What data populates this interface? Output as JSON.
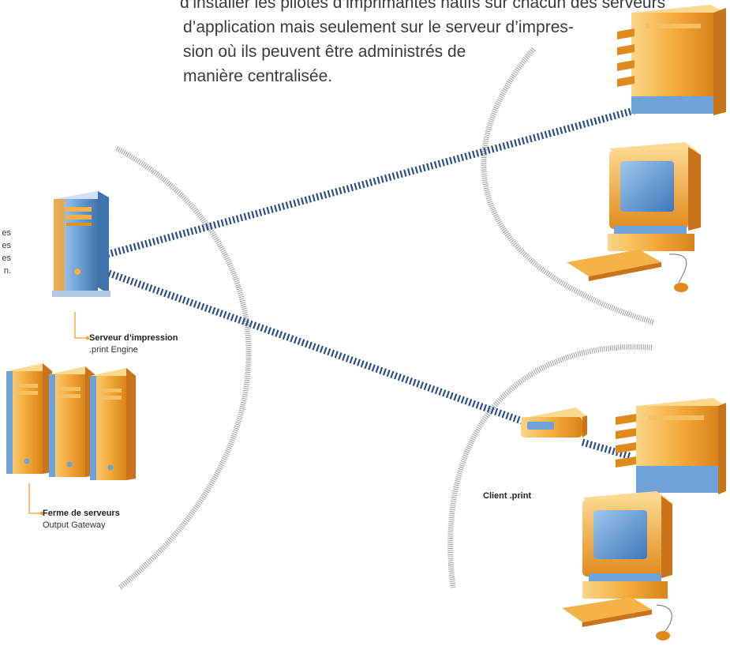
{
  "intro_lines": [
    "d’installer les pilotes d’imprimantes natifs sur chacun des serveurs",
    "d’application mais seulement sur le serveur d’impres-",
    "sion où ils peuvent être administrés de",
    "manière centralisée."
  ],
  "side_fragment": [
    "es",
    "es",
    "es",
    "n."
  ],
  "print_server": {
    "title": "Serveur d’impression",
    "subtitle": ".print Engine"
  },
  "server_farm": {
    "title": "Ferme de serveurs",
    "subtitle": "Output Gateway"
  },
  "client_label": "Client .print",
  "colors": {
    "orange_light": "#f9c46a",
    "orange": "#f0a030",
    "orange_dark": "#d27a12",
    "blue_tower": "#6fa3d8",
    "blue_screen": "#5b97d0",
    "link_dash": "#2a4f86",
    "arc": "#9a9a9a",
    "connector": "#f0a030"
  },
  "icons": [
    "tower-server-icon",
    "server-farm-icon",
    "printer-icon",
    "desktop-computer-icon",
    "print-client-device-icon"
  ]
}
